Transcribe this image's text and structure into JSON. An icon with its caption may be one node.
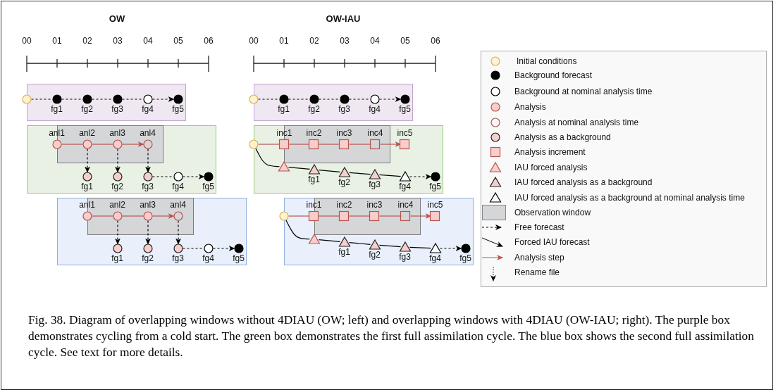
{
  "diagram": {
    "caption": "Fig. 38. Diagram of overlapping windows without 4DIAU (OW; left) and overlapping windows with 4DIAU (OW-IAU; right). The purple box demonstrates cycling from a cold start. The green box demonstrates the first full assimilation cycle. The blue box shows the second full assimilation cycle. See text for more details.",
    "nodes": [
      {
        "text": [],
        "shape": "box"
      },
      {
        "text": [],
        "shape": "circle"
      },
      {
        "text": [
          "fg1"
        ],
        "in": 0
      },
      {
        "text": [
          "fg2"
        ],
        "in": 0
      },
      {
        "text": [
          "fg3"
        ],
        "in": 0
      },
      {
        "text": [
          "fg4"
        ],
        "in": 0
      },
      {
        "text": [
          "fg5"
        ],
        "in": 0
      },
      {
        "text": [],
        "shape": "box"
      },
      {
        "text": [
          "anl1"
        ],
        "in": 7
      },
      {
        "text": [
          "anl2"
        ],
        "in": 7
      },
      {
        "text": [
          "anl3"
        ],
        "in": 7
      },
      {
        "text": [
          "anl4"
        ],
        "in": 7
      },
      {
        "text": [
          "fg1"
        ],
        "in": 7
      },
      {
        "text": [
          "fg2"
        ],
        "in": 7
      },
      {
        "text": [
          "fg3"
        ],
        "in": 7
      },
      {
        "text": [
          "fg4"
        ],
        "in": 7
      },
      {
        "text": [
          "fg5"
        ],
        "in": 7
      },
      {
        "text": [],
        "shape": "box"
      },
      {
        "text": [
          "anl1"
        ],
        "in": 17
      },
      {
        "text": [
          "anl2"
        ],
        "in": 17
      },
      {
        "text": [
          "anl3"
        ],
        "in": 17
      },
      {
        "text": [
          "anl4"
        ],
        "in": 17
      },
      {
        "text": [
          "fg1"
        ],
        "in": 17
      },
      {
        "text": [
          "fg2"
        ],
        "in": 17
      },
      {
        "text": [
          "fg3"
        ],
        "in": 17
      },
      {
        "text": [
          "fg4"
        ],
        "in": 17
      },
      {
        "text": [
          "fg5"
        ],
        "in": 17
      },
      {
        "text": [],
        "shape": "box"
      },
      {
        "text": [],
        "shape": "circle"
      },
      {
        "text": [
          "fg1"
        ],
        "in": 27
      },
      {
        "text": [
          "fg2"
        ],
        "in": 27
      },
      {
        "text": [
          "fg3"
        ],
        "in": 27
      },
      {
        "text": [
          "fg4"
        ],
        "in": 27
      },
      {
        "text": [
          "fg5"
        ],
        "in": 27
      },
      {
        "text": [],
        "shape": "box"
      },
      {
        "text": [],
        "shape": "circle"
      },
      {
        "text": [
          "inc1"
        ],
        "in": 34
      },
      {
        "text": [
          "inc2"
        ],
        "in": 34
      },
      {
        "text": [
          "inc3"
        ],
        "in": 34
      },
      {
        "text": [
          "inc4"
        ],
        "in": 34
      },
      {
        "text": [
          "inc5"
        ],
        "in": 34
      },
      {
        "text": [],
        "shape": "triangle",
        "in": 34
      },
      {
        "text": [
          "fg1"
        ],
        "in": 34
      },
      {
        "text": [
          "fg2"
        ],
        "in": 34
      },
      {
        "text": [
          "fg3"
        ],
        "in": 34
      },
      {
        "text": [
          "fg4"
        ],
        "in": 34
      },
      {
        "text": [
          "fg5"
        ],
        "in": 34
      },
      {
        "text": [],
        "shape": "box"
      },
      {
        "text": [],
        "shape": "circle"
      },
      {
        "text": [
          "inc1"
        ],
        "in": 47
      },
      {
        "text": [
          "inc2"
        ],
        "in": 47
      },
      {
        "text": [
          "inc3"
        ],
        "in": 47
      },
      {
        "text": [
          "inc4"
        ],
        "in": 47
      },
      {
        "text": [
          "inc5"
        ],
        "in": 47
      },
      {
        "text": [],
        "shape": "triangle",
        "in": 47
      },
      {
        "text": [
          "fg1"
        ],
        "in": 47
      },
      {
        "text": [
          "fg2"
        ],
        "in": 47
      },
      {
        "text": [
          "fg3"
        ],
        "in": 47
      },
      {
        "text": [
          "fg4"
        ],
        "in": 47
      },
      {
        "text": [
          "fg5"
        ],
        "in": 47
      }
    ],
    "edges": [
      {
        "from": 1,
        "to": 2,
        "arrow": "none",
        "style": "dashed"
      },
      {
        "from": 2,
        "to": 3,
        "arrow": "none",
        "style": "dashed"
      },
      {
        "from": 3,
        "to": 4,
        "arrow": "none",
        "style": "dashed"
      },
      {
        "from": 4,
        "to": 5,
        "arrow": "none",
        "style": "dashed"
      },
      {
        "from": 5,
        "to": 6,
        "arrow": "to",
        "style": "dashed"
      },
      {
        "from": 8,
        "to": 9,
        "arrow": "none",
        "color": "#b85450"
      },
      {
        "from": 9,
        "to": 10,
        "arrow": "none",
        "color": "#b85450"
      },
      {
        "from": 10,
        "to": 11,
        "arrow": "to",
        "color": "#b85450"
      },
      {
        "from": 9,
        "to": 12,
        "arrow": "to",
        "style": "dashed"
      },
      {
        "from": 10,
        "to": 13,
        "arrow": "to",
        "style": "dashed"
      },
      {
        "from": 11,
        "to": 14,
        "arrow": "to",
        "style": "dashed"
      },
      {
        "from": 14,
        "to": 15,
        "arrow": "none",
        "style": "dashed"
      },
      {
        "from": 15,
        "to": 16,
        "arrow": "to",
        "style": "dashed"
      },
      {
        "from": 18,
        "to": 19,
        "arrow": "none",
        "color": "#b85450"
      },
      {
        "from": 19,
        "to": 20,
        "arrow": "none",
        "color": "#b85450"
      },
      {
        "from": 20,
        "to": 21,
        "arrow": "to",
        "color": "#b85450"
      },
      {
        "from": 19,
        "to": 22,
        "arrow": "to",
        "style": "dashed"
      },
      {
        "from": 20,
        "to": 23,
        "arrow": "to",
        "style": "dashed"
      },
      {
        "from": 21,
        "to": 24,
        "arrow": "to",
        "style": "dashed"
      },
      {
        "from": 24,
        "to": 25,
        "arrow": "none",
        "style": "dashed"
      },
      {
        "from": 25,
        "to": 26,
        "arrow": "to",
        "style": "dashed"
      },
      {
        "from": 28,
        "to": 29,
        "arrow": "none",
        "style": "dashed"
      },
      {
        "from": 29,
        "to": 30,
        "arrow": "none",
        "style": "dashed"
      },
      {
        "from": 30,
        "to": 31,
        "arrow": "none",
        "style": "dashed"
      },
      {
        "from": 31,
        "to": 32,
        "arrow": "none",
        "style": "dashed"
      },
      {
        "from": 32,
        "to": 33,
        "arrow": "to",
        "style": "dashed"
      },
      {
        "from": 35,
        "to": 36,
        "arrow": "none",
        "color": "#b85450"
      },
      {
        "from": 36,
        "to": 37,
        "arrow": "none",
        "color": "#b85450"
      },
      {
        "from": 37,
        "to": 38,
        "arrow": "none",
        "color": "#b85450"
      },
      {
        "from": 38,
        "to": 39,
        "arrow": "none",
        "color": "#b85450"
      },
      {
        "from": 39,
        "to": 40,
        "arrow": "to",
        "color": "#b85450"
      },
      {
        "from": 35,
        "to": 41,
        "arrow": "none"
      },
      {
        "from": 41,
        "to": 42,
        "arrow": "none"
      },
      {
        "from": 42,
        "to": 43,
        "arrow": "none"
      },
      {
        "from": 43,
        "to": 44,
        "arrow": "none"
      },
      {
        "from": 44,
        "to": 45,
        "arrow": "none"
      },
      {
        "from": 45,
        "to": 46,
        "arrow": "to",
        "style": "dashed"
      },
      {
        "from": 48,
        "to": 49,
        "arrow": "none",
        "color": "#b85450"
      },
      {
        "from": 49,
        "to": 50,
        "arrow": "none",
        "color": "#b85450"
      },
      {
        "from": 50,
        "to": 51,
        "arrow": "none",
        "color": "#b85450"
      },
      {
        "from": 51,
        "to": 52,
        "arrow": "none",
        "color": "#b85450"
      },
      {
        "from": 52,
        "to": 53,
        "arrow": "to",
        "color": "#b85450"
      },
      {
        "from": 48,
        "to": 54,
        "arrow": "none"
      },
      {
        "from": 54,
        "to": 55,
        "arrow": "none"
      },
      {
        "from": 55,
        "to": 56,
        "arrow": "none"
      },
      {
        "from": 56,
        "to": 57,
        "arrow": "none"
      },
      {
        "from": 57,
        "to": 58,
        "arrow": "none"
      },
      {
        "from": 58,
        "to": 59,
        "arrow": "to",
        "style": "dashed"
      }
    ],
    "labels": [
      "OW",
      "OW-IAU",
      "00",
      "01",
      "02",
      "03",
      "04",
      "05",
      "06",
      "00",
      "01",
      "02",
      "03",
      "04",
      "05",
      "06"
    ],
    "legend": [
      {
        "text": "Initial conditions"
      },
      {
        "text": "Background forecast"
      },
      {
        "text": "Background at nominal analysis time"
      },
      {
        "text": "Analysis"
      },
      {
        "text": "Analysis at nominal analysis time"
      },
      {
        "text": "Analysis as a background"
      },
      {
        "text": "Analysis increment"
      },
      {
        "text": "IAU forced analysis"
      },
      {
        "text": "IAU forced analysis as a background"
      },
      {
        "text": "IAU forced analysis as a background at nominal analysis time"
      },
      {
        "text": "Observation window",
        "color": "#d5d6d8"
      },
      {
        "text": "Free forecast"
      },
      {
        "text": "Forced IAU forecast"
      },
      {
        "text": "Analysis step"
      },
      {
        "text": "Rename file"
      }
    ]
  }
}
